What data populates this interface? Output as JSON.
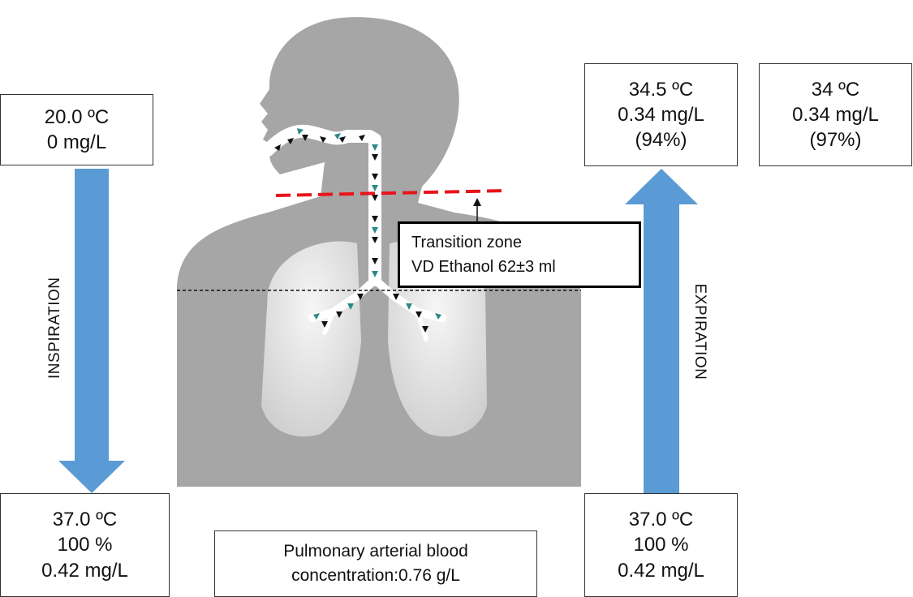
{
  "colors": {
    "arrow_fill": "#5b9bd5",
    "body_fill": "#a8a8a8",
    "lung_fill": "#e4e4e4",
    "transition_line": "#e8141b",
    "airway_teal": "#2a8a8a"
  },
  "icons": [
    "human-silhouette",
    "airway-tree",
    "lungs",
    "down-arrow",
    "up-arrow"
  ],
  "inspiration": {
    "top": {
      "temp": "20.0 ºC",
      "conc": "0 mg/L"
    },
    "bottom": {
      "temp": "37.0 ºC",
      "humidity": "100 %",
      "conc": "0.42 mg/L"
    },
    "label": "INSPIRATION"
  },
  "expiration": {
    "bottom": {
      "temp": "37.0 ºC",
      "humidity": "100 %",
      "conc": "0.42 mg/L"
    },
    "top": {
      "temp": "34.5 ºC",
      "conc": "0.34 mg/L",
      "pct": "(94%)"
    },
    "final": {
      "temp": "34 ºC",
      "conc": "0.34 mg/L",
      "pct": "(97%)"
    },
    "label": "EXPIRATION"
  },
  "transition": {
    "line1": "Transition zone",
    "line2": "VD Ethanol  62±3 ml"
  },
  "blood": {
    "line1": "Pulmonary  arterial blood",
    "line2": "concentration:0.76 g/L"
  }
}
